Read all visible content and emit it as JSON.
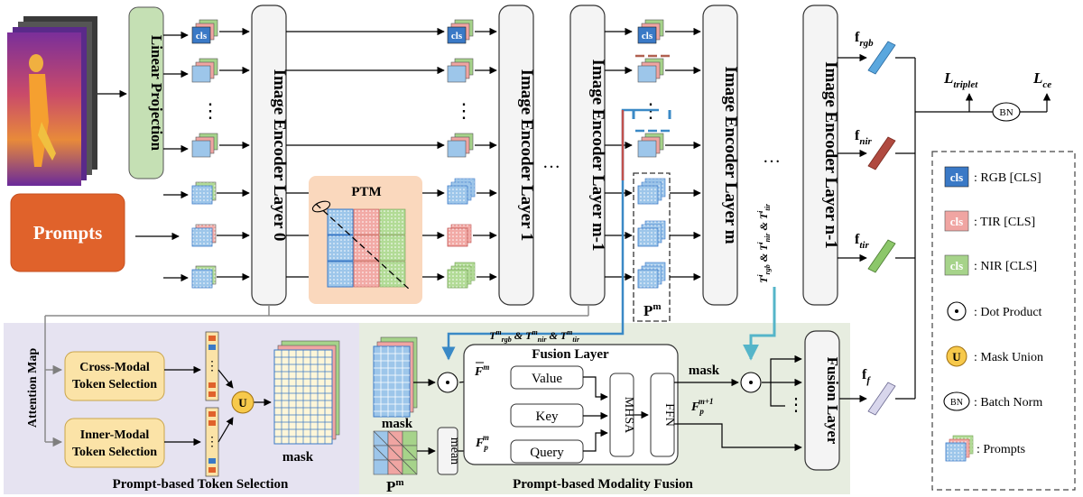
{
  "inputs": {
    "prompts_label": "Prompts",
    "linear_projection": "Linear Projection",
    "cls_token": "cls",
    "dots": "⋮"
  },
  "encoders": {
    "layer0": "Image Encoder Layer 0",
    "layer1": "Image Encoder Layer 1",
    "layer_m_minus_1": "Image Encoder Layer m-1",
    "layer_m": "Image Encoder Layer m",
    "layer_n_minus_1": "Image Encoder Layer n-1",
    "ellipsis": "…"
  },
  "ptm": {
    "label": "PTM"
  },
  "pm_label": {
    "base": "P",
    "sup": "m"
  },
  "token_labels": {
    "t_m": "T^m_rgb & T^m_nir & T^m_tir",
    "t_i": "T^i_rgb & T^i_nir & T^i_tir"
  },
  "features": {
    "f_rgb": {
      "base": "f",
      "sub": "rgb"
    },
    "f_nir": {
      "base": "f",
      "sub": "nir"
    },
    "f_tir": {
      "base": "f",
      "sub": "tir"
    },
    "f_f": {
      "base": "f",
      "sub": "f"
    }
  },
  "losses": {
    "triplet": {
      "base": "L",
      "sub": "triplet"
    },
    "ce": {
      "base": "L",
      "sub": "ce"
    },
    "bn": "BN"
  },
  "token_selection": {
    "attention_map": "Attention Map",
    "cross_modal": [
      "Cross-Modal",
      "Token Selection"
    ],
    "inner_modal": [
      "Inner-Modal",
      "Token Selection"
    ],
    "union": "U",
    "mask": "mask",
    "title": "Prompt-based Token Selection"
  },
  "fusion": {
    "title": "Fusion Layer",
    "value": "Value",
    "key": "Key",
    "query": "Query",
    "mhsa": "MHSA",
    "ffn": "FFN",
    "mean": "mean",
    "mask": "mask",
    "mask_in": "mask",
    "f_bar": {
      "base": "F",
      "sup": "m"
    },
    "f_p": {
      "base": "F",
      "sub": "p",
      "sup": "m"
    },
    "f_p_next": {
      "base": "F",
      "sub": "p",
      "sup": "m+1"
    },
    "fusion_layer_right": "Fusion Layer",
    "bottom_title": "Prompt-based Modality Fusion"
  },
  "legend": {
    "items": [
      {
        "icon": "rgb-cls-icon",
        "text": ": RGB [CLS]"
      },
      {
        "icon": "tir-cls-icon",
        "text": ": TIR [CLS]"
      },
      {
        "icon": "nir-cls-icon",
        "text": ": NIR [CLS]"
      },
      {
        "icon": "dot-product-icon",
        "text": ": Dot Product"
      },
      {
        "icon": "mask-union-icon",
        "text": ": Mask Union"
      },
      {
        "icon": "batch-norm-icon",
        "text": ": Batch Norm"
      },
      {
        "icon": "prompts-icon",
        "text": ": Prompts"
      }
    ],
    "cls": "cls",
    "dot": "⋅",
    "union": "U",
    "bn": "BN"
  },
  "colors": {
    "rgb": "#3a79c6",
    "tir": "#f0a5a2",
    "nir": "#a6d38a",
    "linear_projection": "#c5e0b4",
    "prompts": "#e0622b",
    "ptm": "#fad8bd",
    "selection_bg": "#e6e3f1",
    "fusion_bg": "#e7ede0",
    "selection_box": "#fbe3a7",
    "union": "#f7c94b"
  }
}
